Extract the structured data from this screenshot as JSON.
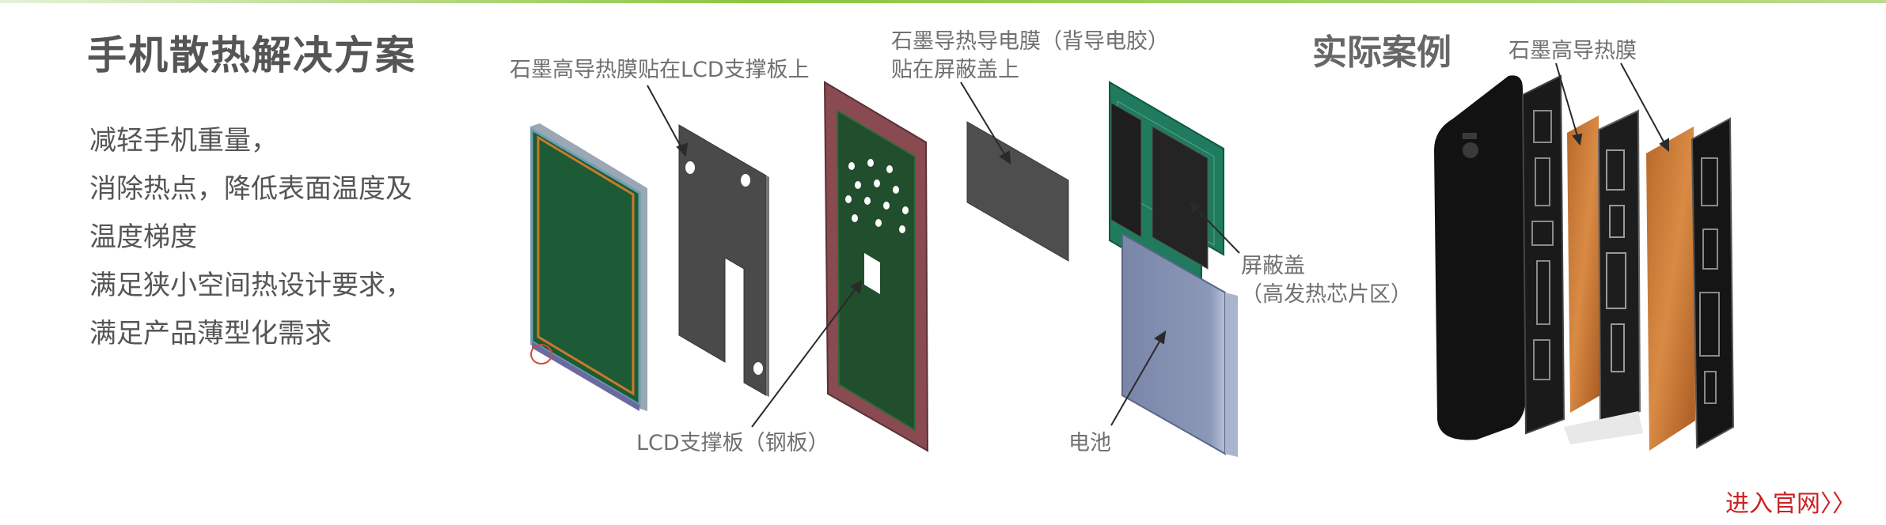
{
  "page": {
    "title": "手机散热解决方案",
    "case_title": "实际案例",
    "enter_link": "进入官网〉〉"
  },
  "points": [
    "减轻手机重量，",
    "消除热点，降低表面温度及",
    "温度梯度",
    "满足狭小空间热设计要求，",
    "满足产品薄型化需求"
  ],
  "labels": {
    "graphite_lcd": "石墨高导热膜贴在LCD支撑板上",
    "graphite_shield_1": "石墨导热导电膜（背导电胶）",
    "graphite_shield_2": "贴在屏蔽盖上",
    "lcd_support": "LCD支撑板（钢板）",
    "battery": "电池",
    "shield_1": "屏蔽盖",
    "shield_2": "（高发热芯片区）",
    "graphite_case": "石墨高导热膜"
  },
  "colors": {
    "accent_green": "#8cc63f",
    "link_red": "#cc2222",
    "text_gray": "#555555"
  }
}
